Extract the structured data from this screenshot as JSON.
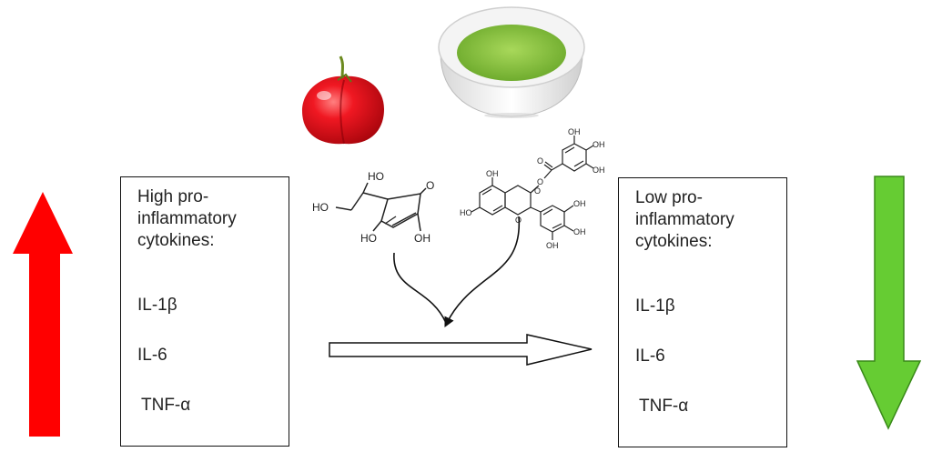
{
  "left_box": {
    "title": "High pro-\ninflammatory\ncytokines:",
    "items": [
      "IL-1β",
      "IL-6",
      "TNF-α"
    ]
  },
  "right_box": {
    "title": "Low pro-\ninflammatory\ncytokines:",
    "items": [
      "IL-1β",
      "IL-6",
      "TNF-α"
    ]
  },
  "ascorbic_acid_labels": {
    "top_oh": "HO",
    "side_oh": "HO",
    "ring_oh_left": "HO",
    "ring_oh_right": "OH",
    "carbonyl": "O"
  },
  "catechin_labels": {
    "oh": "OH",
    "ho": "HO",
    "o": "O"
  },
  "colors": {
    "up_arrow": "#ff0000",
    "down_arrow": "#66cc33",
    "down_arrow_stroke": "#3a8a1a",
    "acerola": "#e8101a",
    "tea": "#8cc63e"
  }
}
